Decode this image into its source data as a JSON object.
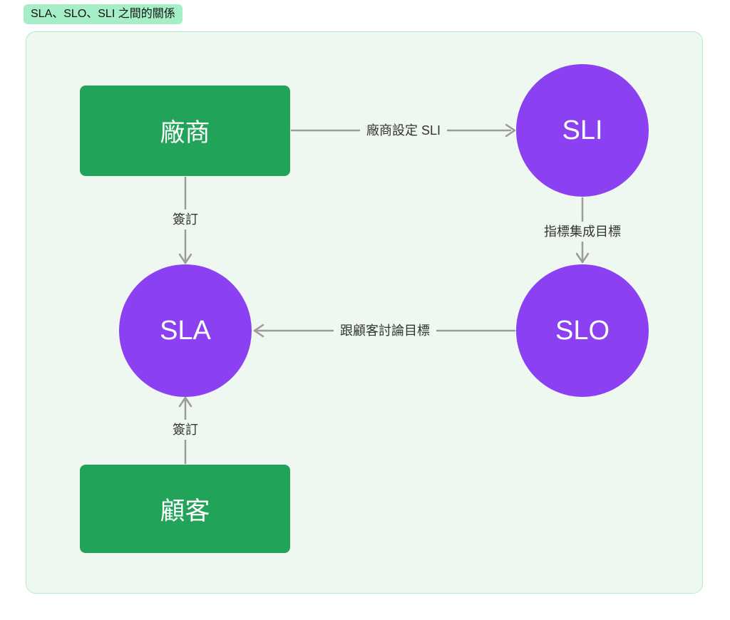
{
  "title": "SLA、SLO、SLI 之間的關係",
  "colors": {
    "page_bg": "#ffffff",
    "badge_bg": "#a6eec5",
    "badge_text": "#111111",
    "canvas_bg": "#eef8f1",
    "canvas_border": "#b9e9cb",
    "node_green": "#21a45a",
    "node_purple": "#8b41f2",
    "node_text": "#ffffff",
    "arrow_gray": "#9b9b9b",
    "label_text": "#333333"
  },
  "nodes": {
    "vendor": {
      "label": "廠商",
      "shape": "rectangle",
      "color": "#21a45a"
    },
    "sli": {
      "label": "SLI",
      "shape": "circle",
      "color": "#8b41f2"
    },
    "sla": {
      "label": "SLA",
      "shape": "circle",
      "color": "#8b41f2"
    },
    "slo": {
      "label": "SLO",
      "shape": "circle",
      "color": "#8b41f2"
    },
    "customer": {
      "label": "顧客",
      "shape": "rectangle",
      "color": "#21a45a"
    }
  },
  "edges": {
    "vendor_sli": {
      "label": "廠商設定 SLI",
      "from": "vendor",
      "to": "sli",
      "direction": "right"
    },
    "vendor_sla": {
      "label": "簽訂",
      "from": "vendor",
      "to": "sla",
      "direction": "down"
    },
    "sli_slo": {
      "label": "指標集成目標",
      "from": "sli",
      "to": "slo",
      "direction": "down"
    },
    "slo_sla": {
      "label": "跟顧客討論目標",
      "from": "slo",
      "to": "sla",
      "direction": "left"
    },
    "customer_sla": {
      "label": "簽訂",
      "from": "customer",
      "to": "sla",
      "direction": "up"
    }
  }
}
